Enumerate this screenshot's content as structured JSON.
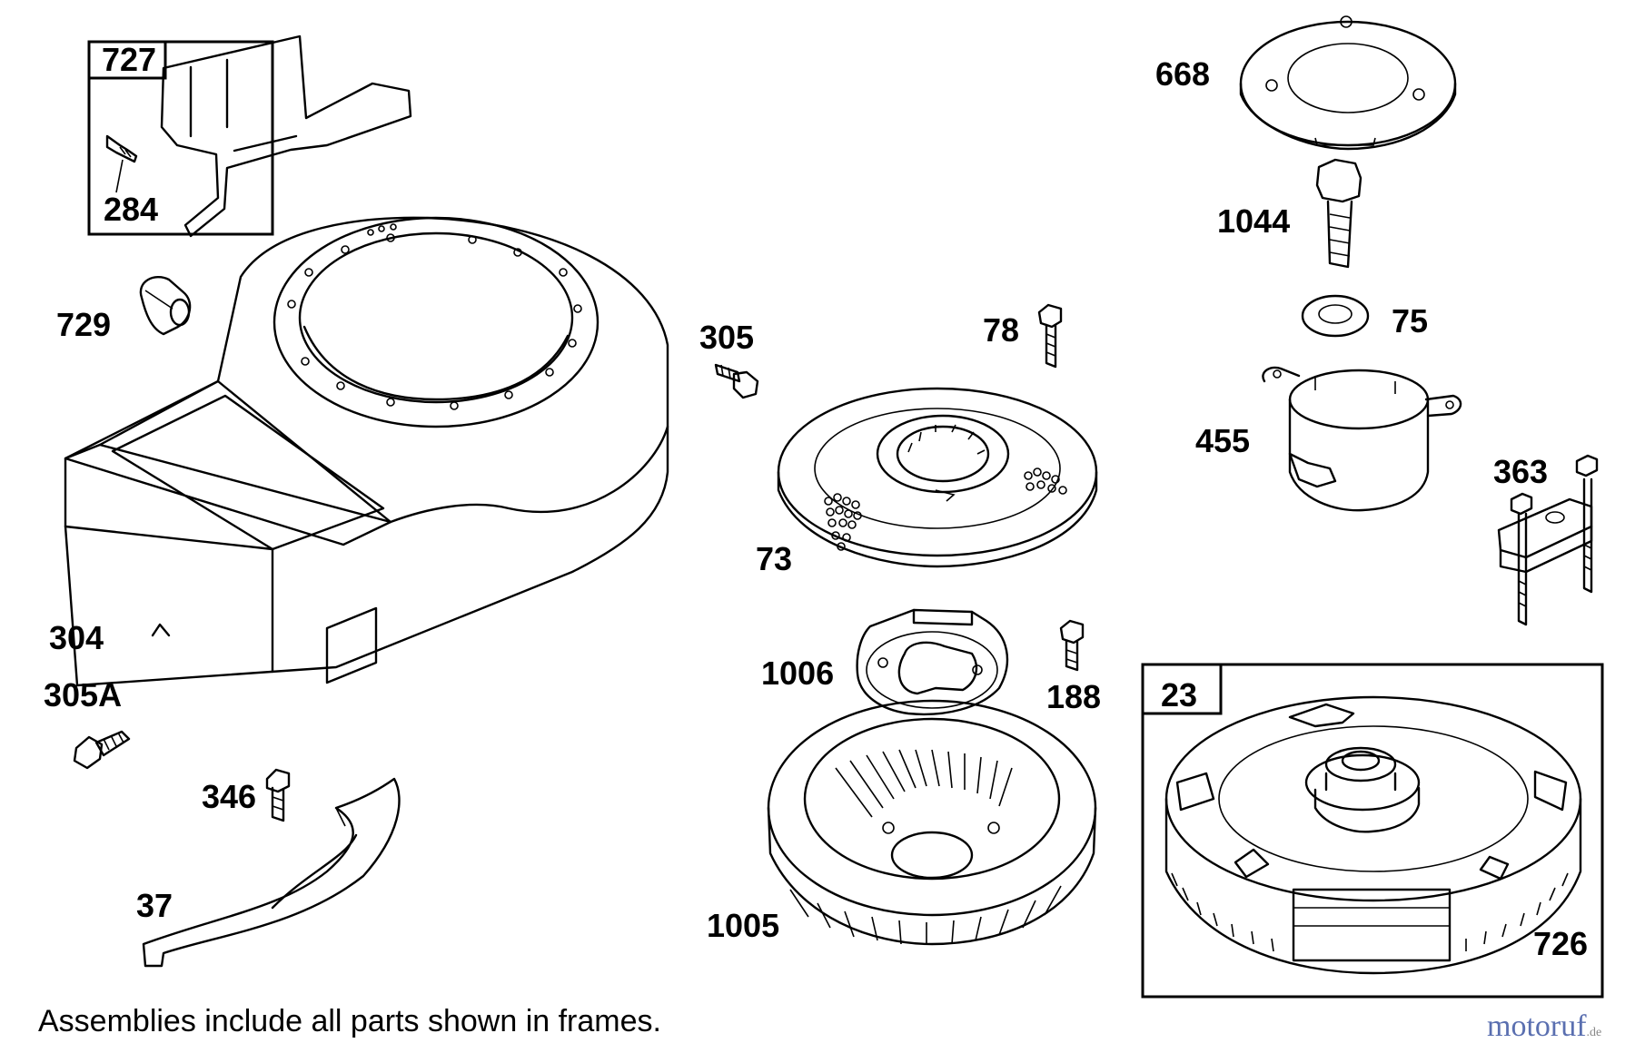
{
  "diagram": {
    "parts": {
      "p727": "727",
      "p284": "284",
      "p729": "729",
      "p304": "304",
      "p305A": "305A",
      "p346": "346",
      "p37": "37",
      "p305": "305",
      "p78": "78",
      "p73": "73",
      "p1006": "1006",
      "p188": "188",
      "p1005": "1005",
      "p668": "668",
      "p1044": "1044",
      "p75": "75",
      "p455": "455",
      "p363": "363",
      "p23": "23",
      "p726": "726"
    },
    "note": "Assemblies include all parts shown in frames.",
    "watermark": {
      "main": "motoruf",
      "suffix": ".de"
    },
    "colors": {
      "line": "#000000",
      "watermark": "#5a6fb0"
    }
  }
}
